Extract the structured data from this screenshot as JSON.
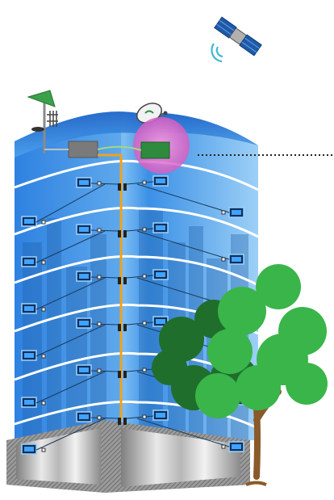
{
  "diagram": {
    "subject": "building-distribution-network",
    "floors": 6,
    "tvs_per_floor": 4,
    "colors": {
      "building_top": "#1b6fd1",
      "building_light": "#8fc9f5",
      "building_left_face": "#3f93e6",
      "floor_lines": "#ffffff",
      "coax_riser": "#f0a21b",
      "headend_box": "#7a7a7a",
      "receiver_box": "#2e8b3e",
      "highlight_circle": "#e26bd1",
      "tree_foliage": "#39b54a",
      "tree_dark": "#1f6e2c",
      "trunk": "#8a5a2b",
      "base_gray": "#8d8d8d"
    },
    "icons": [
      "satellite-icon",
      "dish-antenna-icon",
      "terrestrial-antenna-icon",
      "tv-icon",
      "splitter-icon",
      "tree-icon"
    ]
  }
}
